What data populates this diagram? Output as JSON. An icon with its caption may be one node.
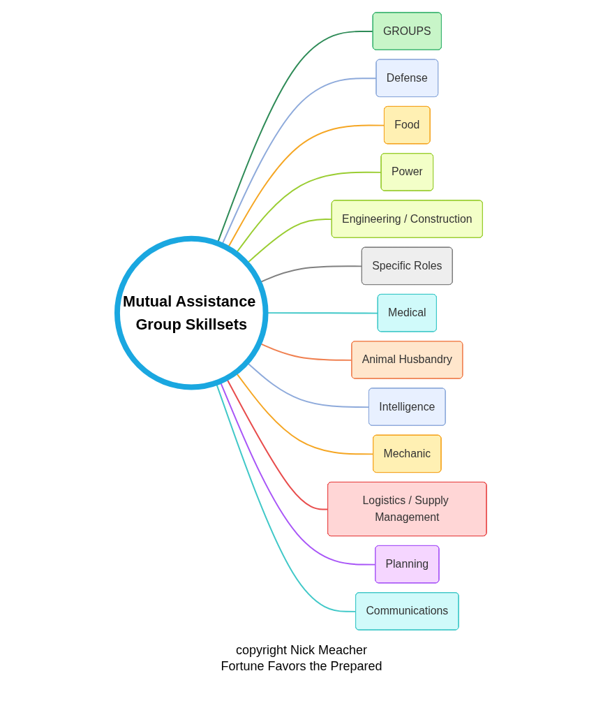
{
  "diagram": {
    "nodes": [
      {
        "text": [
          "Mutual Assistance Group Skillsets"
        ]
      },
      {
        "text": [
          "GROUPS"
        ]
      },
      {
        "text": [
          "Defense"
        ]
      },
      {
        "text": [
          "Food"
        ]
      },
      {
        "text": [
          "Power"
        ]
      },
      {
        "text": [
          "Engineering / Construction"
        ]
      },
      {
        "text": [
          "Specific Roles"
        ]
      },
      {
        "text": [
          "Medical"
        ]
      },
      {
        "text": [
          "Animal Husbandry"
        ]
      },
      {
        "text": [
          "Intelligence"
        ]
      },
      {
        "text": [
          "Mechanic"
        ]
      },
      {
        "text": [
          "Logistics / Supply Management"
        ]
      },
      {
        "text": [
          "Planning"
        ]
      },
      {
        "text": [
          "Communications"
        ]
      }
    ],
    "edges": [
      {
        "from": 0,
        "to": 1,
        "arrow": "none",
        "color": "#2e8b57"
      },
      {
        "from": 0,
        "to": 2,
        "arrow": "none",
        "color": "#8eaadb"
      },
      {
        "from": 0,
        "to": 3,
        "arrow": "none",
        "color": "#f5a623"
      },
      {
        "from": 0,
        "to": 4,
        "arrow": "none",
        "color": "#9acd32"
      },
      {
        "from": 0,
        "to": 5,
        "arrow": "none",
        "color": "#9acd32"
      },
      {
        "from": 0,
        "to": 6,
        "arrow": "none",
        "color": "#808080"
      },
      {
        "from": 0,
        "to": 7,
        "arrow": "none",
        "color": "#40c8c8"
      },
      {
        "from": 0,
        "to": 8,
        "arrow": "none",
        "color": "#f08050"
      },
      {
        "from": 0,
        "to": 9,
        "arrow": "none",
        "color": "#8eaadb"
      },
      {
        "from": 0,
        "to": 10,
        "arrow": "none",
        "color": "#f5a623"
      },
      {
        "from": 0,
        "to": 11,
        "arrow": "none",
        "color": "#e84c4c"
      },
      {
        "from": 0,
        "to": 12,
        "arrow": "none",
        "color": "#a855f7"
      },
      {
        "from": 0,
        "to": 13,
        "arrow": "none",
        "color": "#40c8c8"
      }
    ],
    "labels": [
      "copyright Nick Meacher",
      "Fortune Favors the Prepared"
    ]
  }
}
